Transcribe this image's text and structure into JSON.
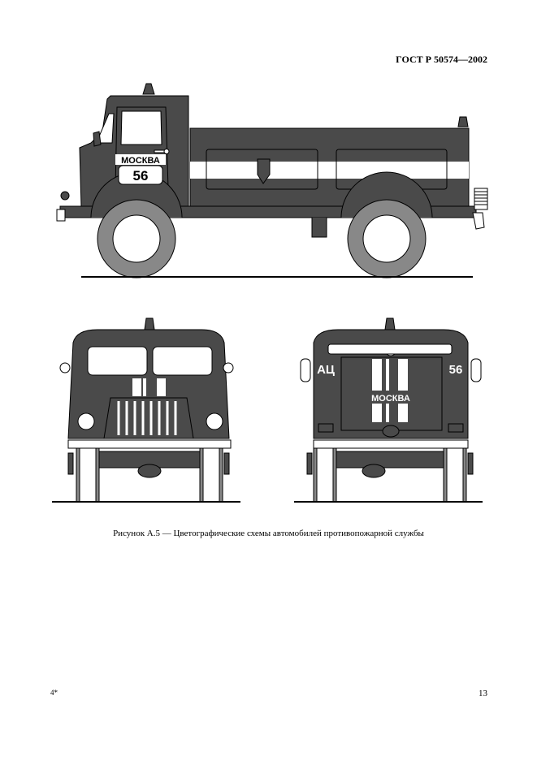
{
  "header": {
    "standard": "ГОСТ Р 50574—2002"
  },
  "side_view": {
    "city": "МОСКВА",
    "number": "56"
  },
  "rear_view": {
    "code": "АЦ",
    "number": "56",
    "city": "МОСКВА"
  },
  "caption": "Рисунок А.5 — Цветографические схемы автомобилей противопожарной службы",
  "footer": {
    "sheet_mark": "4*",
    "page_number": "13"
  },
  "colors": {
    "body": "#4a4a4a",
    "stripe": "#ffffff",
    "tire": "#888888",
    "rim": "#ffffff",
    "ink": "#000000"
  }
}
